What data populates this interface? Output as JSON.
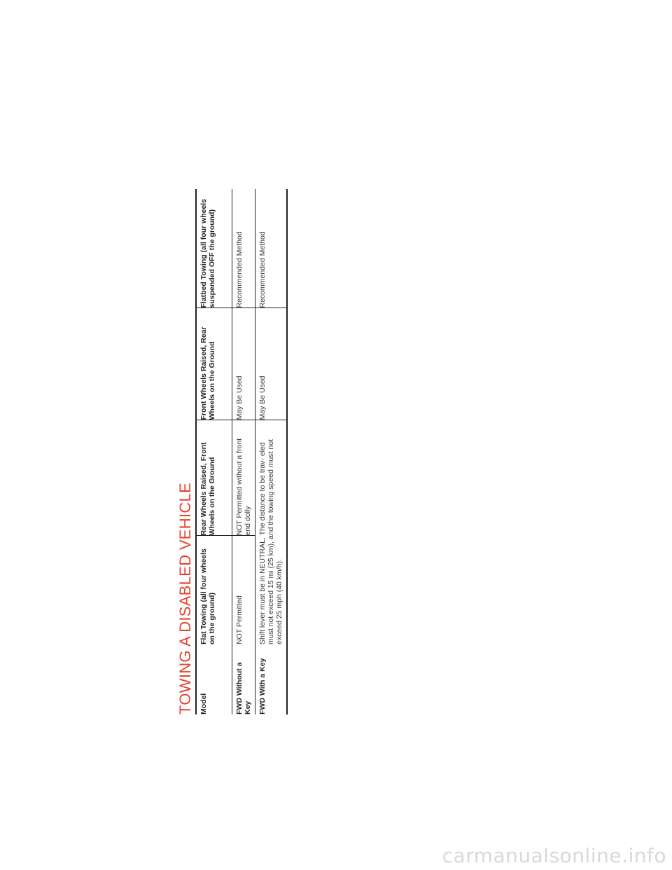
{
  "page": {
    "title": "TOWING A DISABLED VEHICLE",
    "watermark": "carmanualsonline.info"
  },
  "table": {
    "headers": [
      "Model",
      "Flat Towing (all four wheels on the ground)",
      "Rear Wheels Raised, Front Wheels on the Ground",
      "Front Wheels Raised, Rear Wheels on the Ground",
      "Flatbed Towing (all four wheels suspended OFF the ground)"
    ],
    "rows": [
      {
        "model": "FWD Without a Key",
        "flat": "NOT Permitted",
        "rear_raised": "NOT Permitted without a front end dolly",
        "front_raised": "May Be Used",
        "flatbed": "Recommended Method"
      },
      {
        "model": "FWD With a Key",
        "flat": "Shift lever must be in NEUTRAL. The distance to be trav- eled must not exceed 15 mi (25 km), and the towing speed must not exceed 25 mph (40 km/h).",
        "rear_raised": "",
        "front_raised": "May Be Used",
        "flatbed": "Recommended Method"
      }
    ]
  },
  "colors": {
    "title": "#e8412c",
    "text": "#231f20",
    "rule": "#231f20"
  }
}
